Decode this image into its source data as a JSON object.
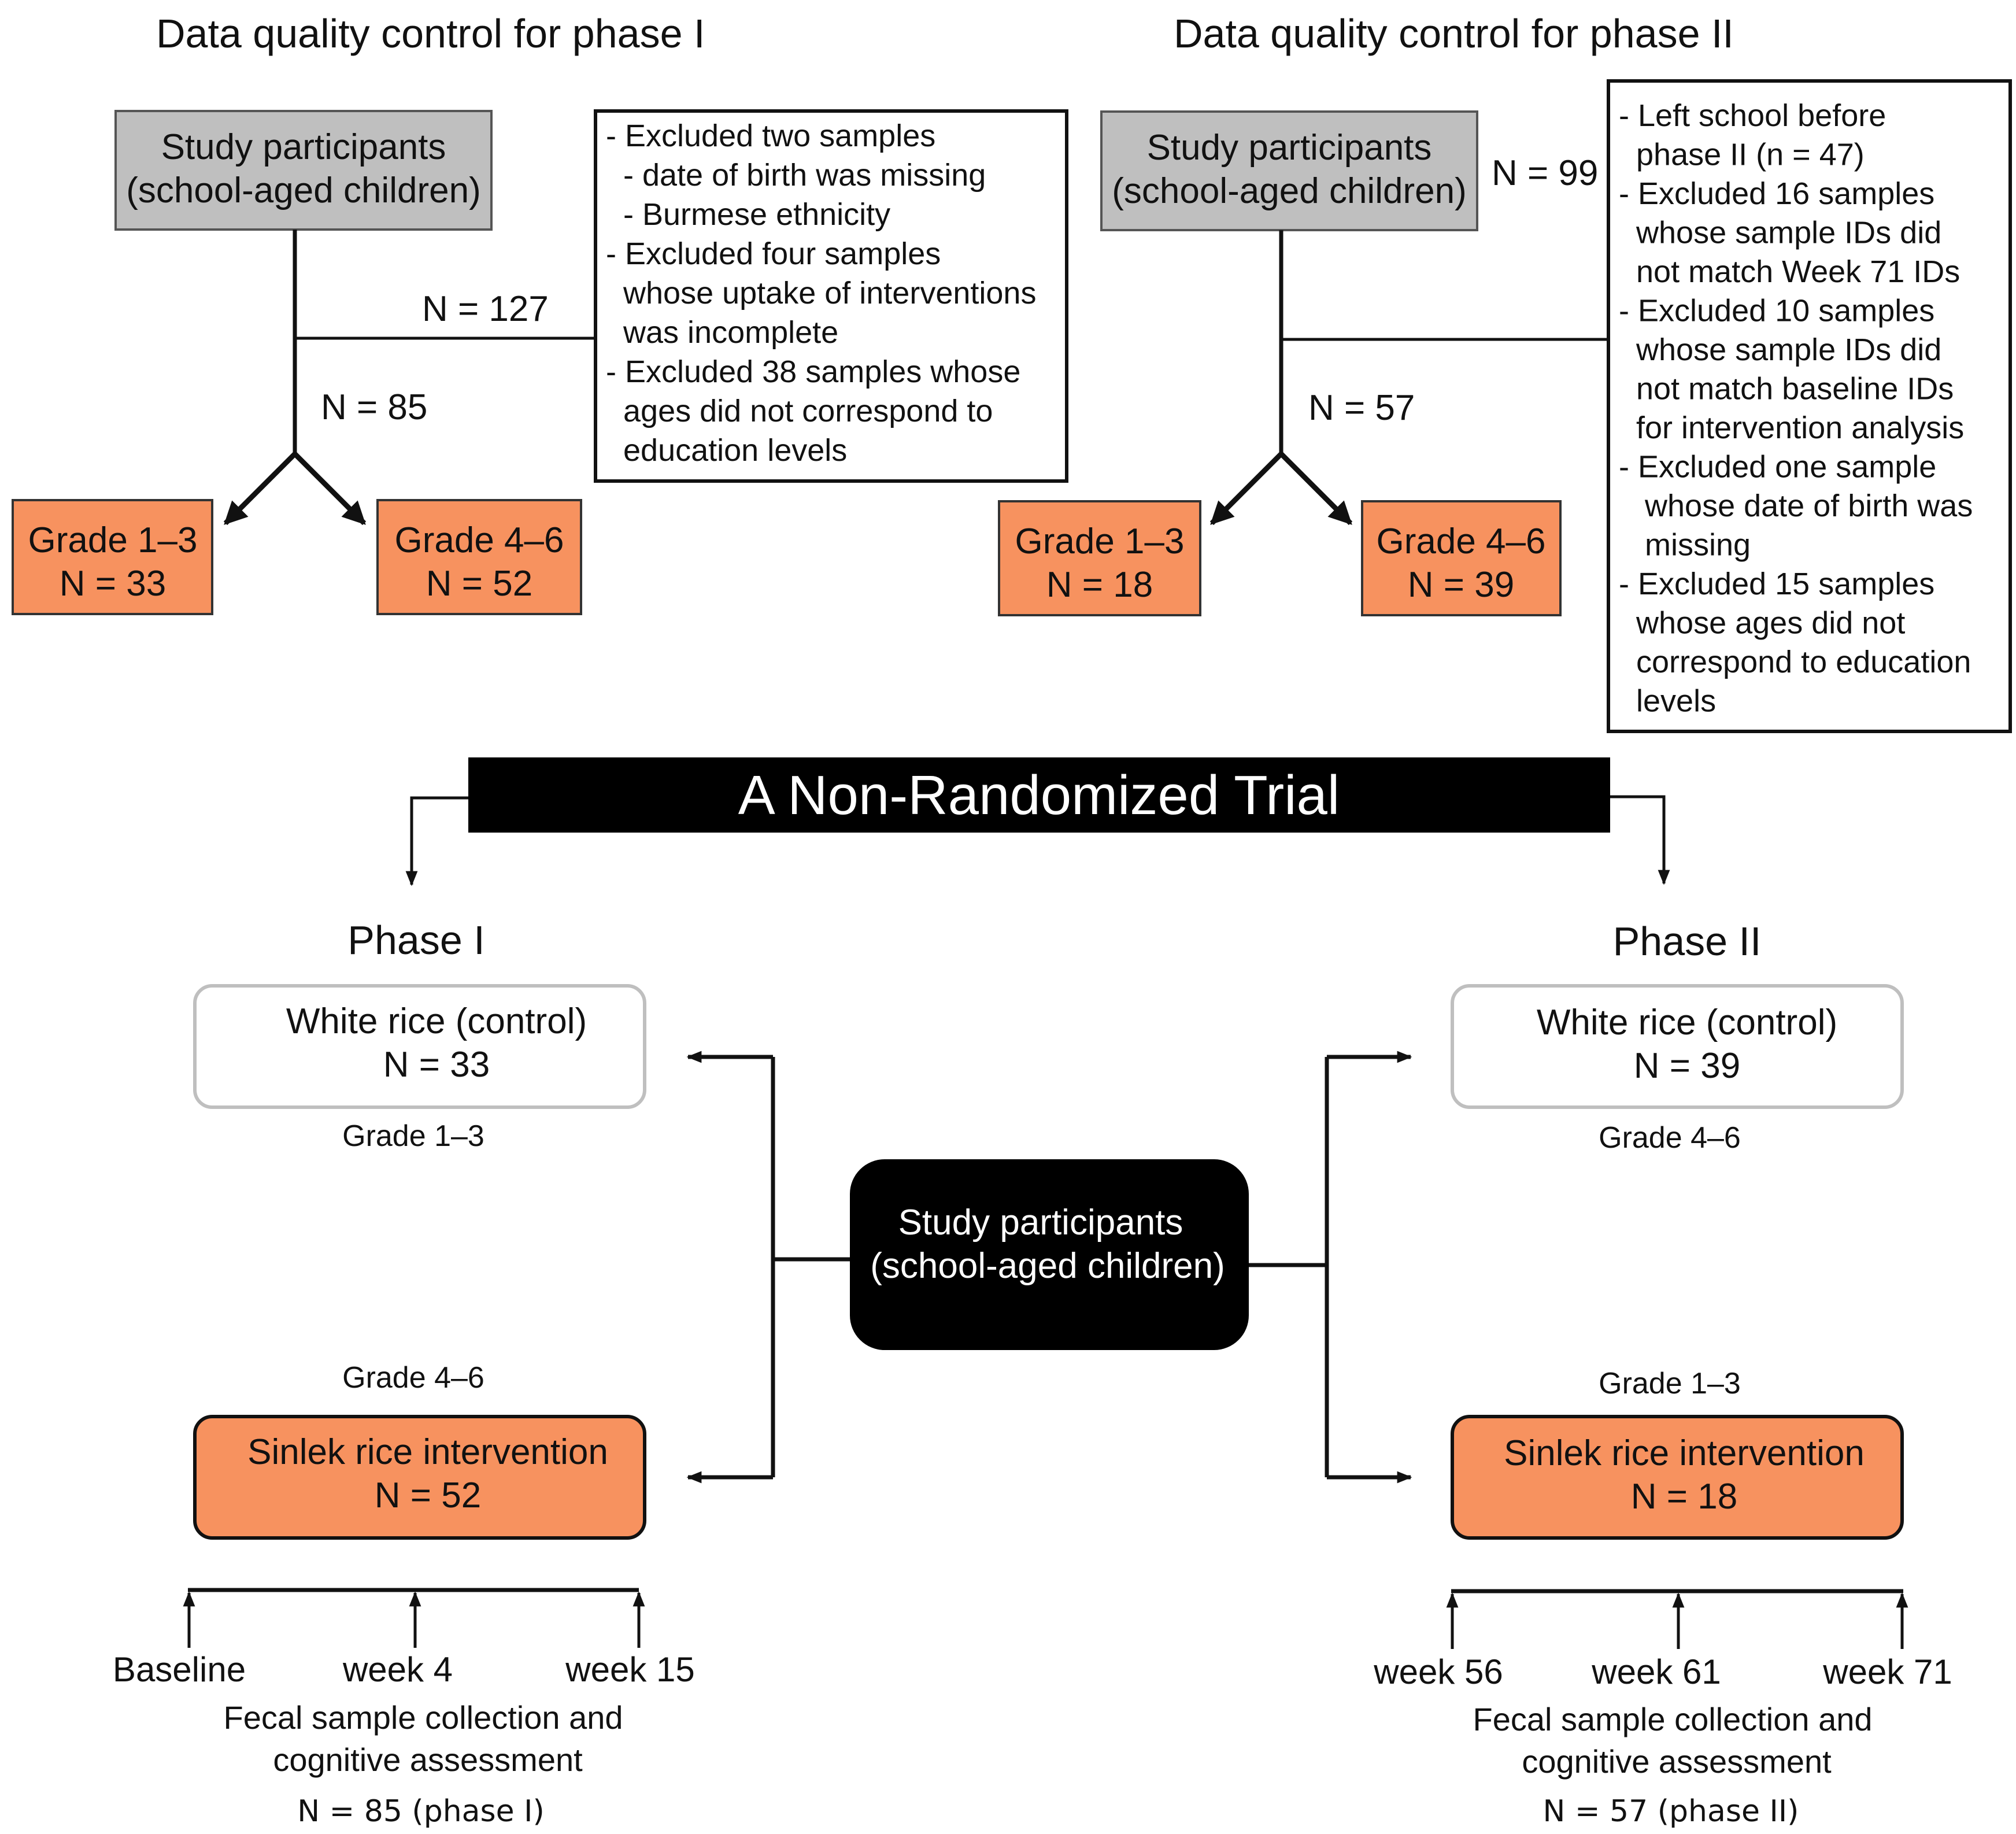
{
  "colors": {
    "excluded_orange": "#F7925F",
    "gray_box": "#BFBFBF",
    "black_box": "#000000",
    "white_box_border": "#BFBFBF"
  },
  "phase1_qc": {
    "heading": "Data quality control for phase I",
    "participants_line1": "Study participants",
    "participants_line2": "(school-aged children)",
    "n_total": "N = 127",
    "n_kept": "N = 85",
    "exclusions": [
      "- Excluded two samples",
      "  - date of birth was missing",
      "  - Burmese ethnicity",
      "- Excluded four samples",
      "  whose uptake of interventions",
      "  was incomplete",
      "- Excluded 38 samples whose",
      "  ages did not correspond to",
      "  education levels"
    ],
    "grade_a_label": "Grade 1–3",
    "grade_a_n": "N = 33",
    "grade_b_label": "Grade 4–6",
    "grade_b_n": "N = 52"
  },
  "phase2_qc": {
    "heading": "Data quality control for phase II",
    "participants_line1": "Study participants",
    "participants_line2": "(school-aged children)",
    "n_total": "N = 99",
    "n_kept": "N = 57",
    "exclusions": [
      "- Left school before",
      "  phase II (n = 47)",
      "- Excluded 16 samples",
      "  whose sample IDs did",
      "  not match Week 71 IDs",
      "- Excluded 10 samples",
      "  whose sample IDs did",
      "  not match baseline IDs",
      "  for intervention analysis",
      "- Excluded one sample",
      "   whose date of birth was",
      "   missing",
      "- Excluded 15 samples",
      "  whose ages did not",
      "  correspond to education",
      "  levels"
    ],
    "grade_a_label": "Grade 1–3",
    "grade_a_n": "N = 18",
    "grade_b_label": "Grade 4–6",
    "grade_b_n": "N = 39"
  },
  "trial": {
    "banner": "A Non-Randomized Trial",
    "center_line1": "Study participants",
    "center_line2": "(school-aged children)"
  },
  "phase1": {
    "label": "Phase I",
    "control_line1": "White rice (control)",
    "control_line2": "N = 33",
    "control_grade": "Grade 1–3",
    "intervention_grade": "Grade 4–6",
    "intervention_line1": "Sinlek rice intervention",
    "intervention_line2": "N = 52",
    "timepoints": [
      "Baseline",
      "week 4",
      "week 15"
    ],
    "collection_line1": "Fecal sample collection and",
    "collection_line2": "cognitive assessment",
    "count": "N = 85 (phase I)"
  },
  "phase2": {
    "label": "Phase II",
    "control_line1": "White rice (control)",
    "control_line2": "N = 39",
    "control_grade": "Grade 4–6",
    "intervention_grade": "Grade 1–3",
    "intervention_line1": "Sinlek rice intervention",
    "intervention_line2": "N = 18",
    "timepoints": [
      "week 56",
      "week 61",
      "week 71"
    ],
    "collection_line1": "Fecal sample collection and",
    "collection_line2": "cognitive assessment",
    "count": "N = 57 (phase II)"
  }
}
